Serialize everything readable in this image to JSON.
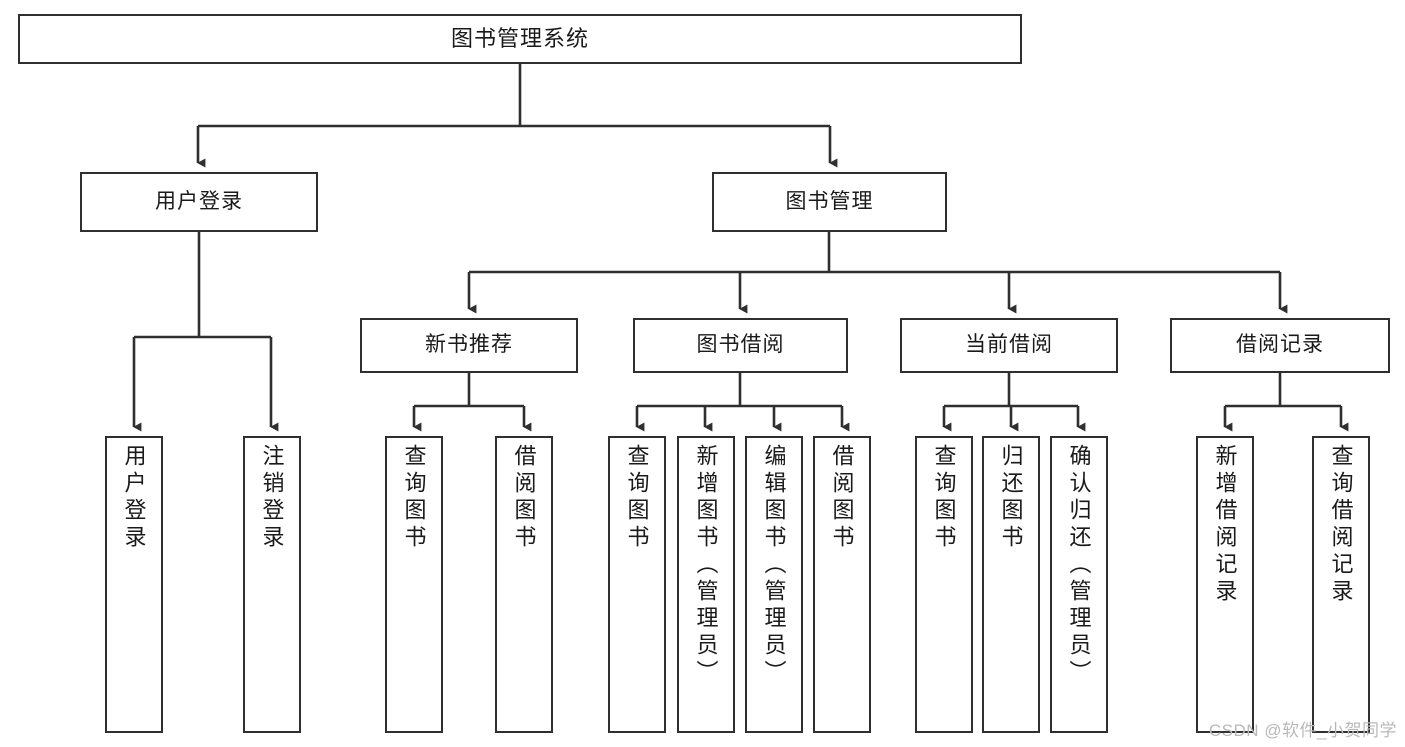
{
  "diagram": {
    "title": "图书管理系统",
    "type": "hierarchy-tree",
    "line_color": "#2f2f2f",
    "box_fill": "#ffffff",
    "text_color": "#1a1a1a"
  },
  "root": {
    "label": "图书管理系统"
  },
  "level1": [
    {
      "label": "用户登录"
    },
    {
      "label": "图书管理"
    }
  ],
  "level2": [
    {
      "label": "新书推荐"
    },
    {
      "label": "图书借阅"
    },
    {
      "label": "当前借阅"
    },
    {
      "label": "借阅记录"
    }
  ],
  "leaves": {
    "user_login": [
      {
        "label": "用户登录"
      },
      {
        "label": "注销登录"
      }
    ],
    "new_book_recommend": [
      {
        "label": "查询图书"
      },
      {
        "label": "借阅图书"
      }
    ],
    "book_borrow": [
      {
        "label": "查询图书"
      },
      {
        "label": "新增图书（管理员）"
      },
      {
        "label": "编辑图书（管理员）"
      },
      {
        "label": "借阅图书"
      }
    ],
    "current_borrow": [
      {
        "label": "查询图书"
      },
      {
        "label": "归还图书"
      },
      {
        "label": "确认归还（管理员）"
      }
    ],
    "borrow_record": [
      {
        "label": "新增借阅记录"
      },
      {
        "label": "查询借阅记录"
      }
    ]
  },
  "watermark": {
    "text": "CSDN @软件_小贺同学",
    "color": "#b9b9b9"
  }
}
